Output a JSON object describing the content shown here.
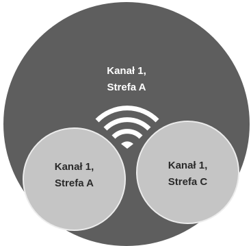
{
  "diagram": {
    "outer_zone": {
      "line1": "Kanał 1,",
      "line2": "Strefa A"
    },
    "inner_zone_left": {
      "line1": "Kanał 1,",
      "line2": "Strefa A"
    },
    "inner_zone_right": {
      "line1": "Kanał 1,",
      "line2": "Strefa C"
    },
    "icon": "wifi-icon",
    "colors": {
      "outer_fill": "#5e5e5e",
      "inner_fill": "#c5c5c5",
      "outer_text": "#ffffff",
      "inner_text": "#2a2a2a"
    }
  }
}
